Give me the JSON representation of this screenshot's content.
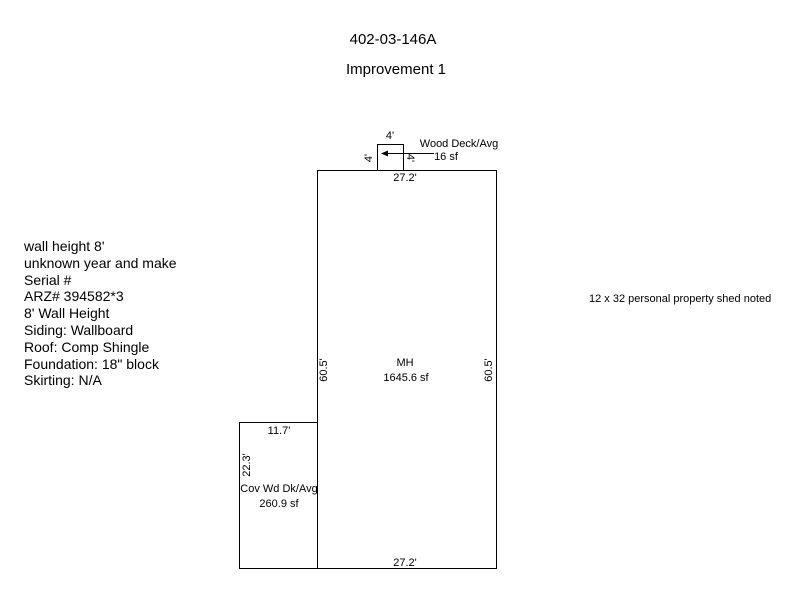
{
  "header": {
    "parcel_id": "402-03-146A",
    "improvement": "Improvement 1"
  },
  "notes": [
    "wall height 8'",
    "unknown year and make",
    "Serial #",
    "ARZ# 394582*3",
    "8' Wall Height",
    "Siding: Wallboard",
    "Roof: Comp Shingle",
    "Foundation: 18\" block",
    "Skirting: N/A"
  ],
  "side_note": "12 x 32 personal property shed noted",
  "areas": {
    "main": {
      "name": "MH",
      "area": "1645.6 sf",
      "top_dim": "27.2'",
      "bottom_dim": "27.2'",
      "left_dim": "60.5'",
      "right_dim": "60.5'"
    },
    "deck": {
      "name": "Wood Deck/Avg",
      "area": "16 sf",
      "top_dim": "4'",
      "left_dim": "4'",
      "right_dim": "4'"
    },
    "covered_deck": {
      "name": "Cov Wd Dk/Avg",
      "area": "260.9 sf",
      "top_dim": "11.7'",
      "left_dim": "22.3'"
    }
  }
}
